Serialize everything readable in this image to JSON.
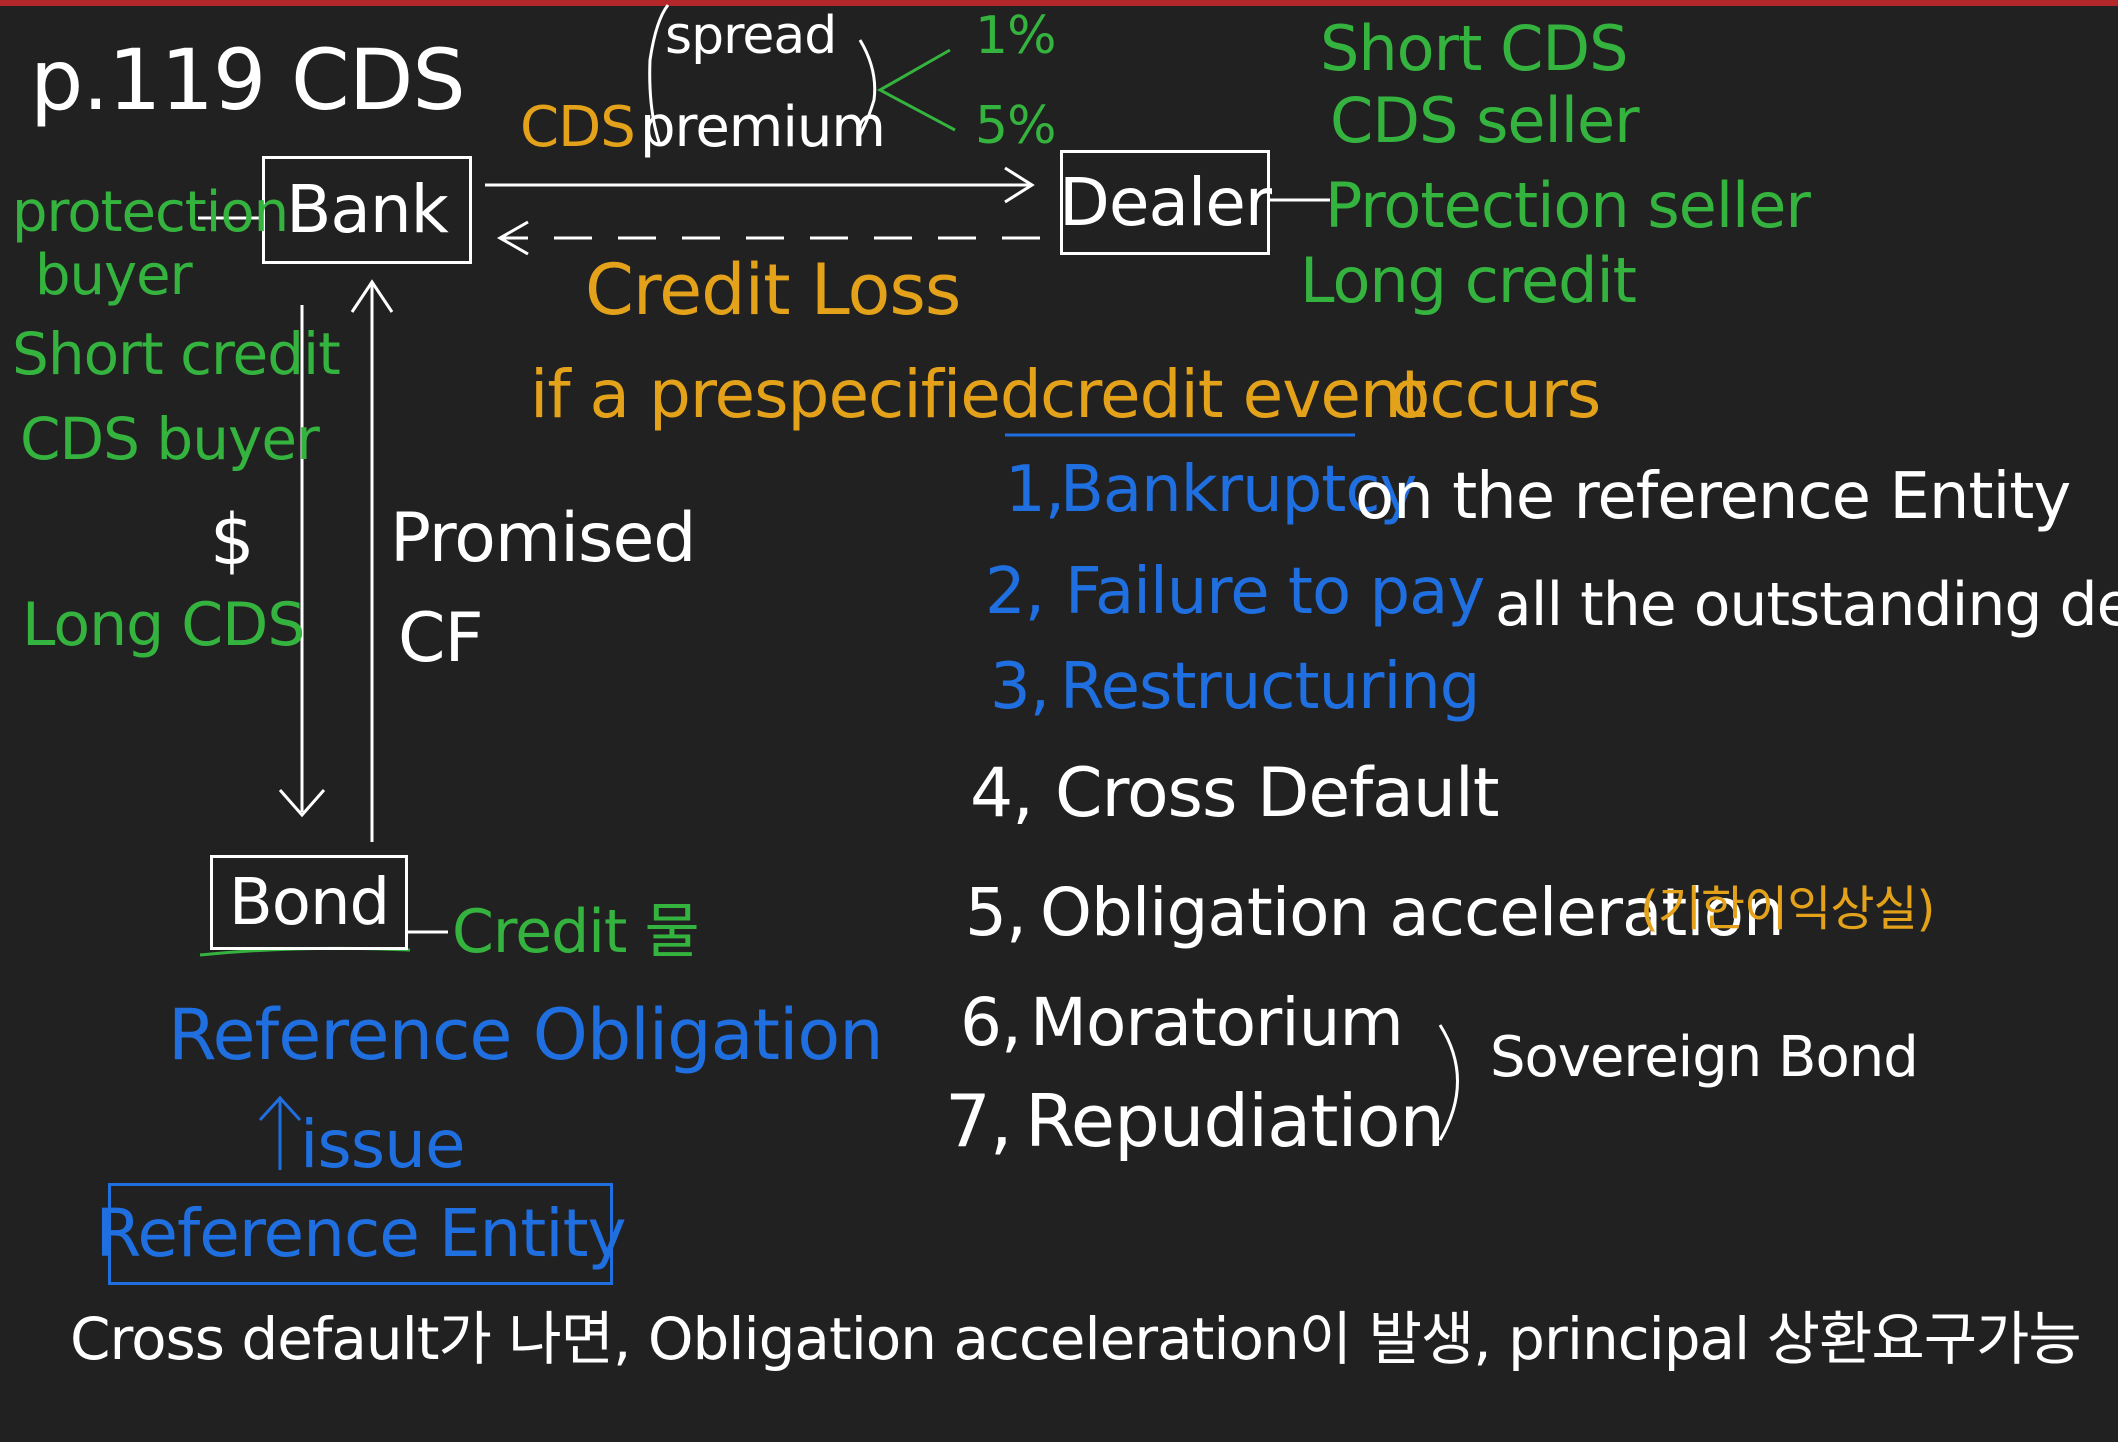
{
  "colors": {
    "background": "#212121",
    "white": "#ffffff",
    "green": "#35b33f",
    "orange": "#e3a21a",
    "blue": "#1f6fe0",
    "top_bar": "#b3262a"
  },
  "title": "p.119 CDS",
  "premium": {
    "cds": "CDS",
    "spread": "spread",
    "premium": "premium",
    "rate_1": "1%",
    "rate_2": "5%"
  },
  "dealer_side": {
    "short_cds": "Short CDS",
    "cds_seller": "CDS seller",
    "protection_seller": "Protection seller",
    "long_credit": "Long credit"
  },
  "bank_side": {
    "protection": "protection",
    "buyer": "buyer",
    "short_credit": "Short credit",
    "cds_buyer": "CDS buyer",
    "dollar": "$",
    "long_cds": "Long CDS"
  },
  "nodes": {
    "bank": "Bank",
    "dealer": "Dealer",
    "bond": "Bond",
    "reference_entity": "Reference Entity"
  },
  "credit_loss": "Credit Loss",
  "credit_event": {
    "prefix": "if a prespecified",
    "underlined": "credit event",
    "suffix": "occurs"
  },
  "promised": "Promised",
  "cf": "CF",
  "bond_side": {
    "credit": "Credit 물",
    "reference_obligation": "Reference Obligation",
    "issue": "issue"
  },
  "events": [
    {
      "num": "1,",
      "blue": "Bankruptcy",
      "white": "on the reference Entity"
    },
    {
      "num": "2,",
      "blue": "Failure to pay",
      "white": "all the outstanding debts"
    },
    {
      "num": "3,",
      "blue": "Restructuring",
      "white": ""
    },
    {
      "num": "4,",
      "blue": "",
      "white": "Cross Default"
    },
    {
      "num": "5,",
      "blue": "",
      "white": "Obligation acceleration"
    },
    {
      "num": "6,",
      "blue": "",
      "white": "Moratorium"
    },
    {
      "num": "7,",
      "blue": "",
      "white": "Repudiation"
    }
  ],
  "obligation_korean": "(기한이익상실)",
  "sovereign_bond": "Sovereign Bond",
  "bottom_note": "Cross default가 나면, Obligation acceleration이 발생, principal 상환요구가능"
}
